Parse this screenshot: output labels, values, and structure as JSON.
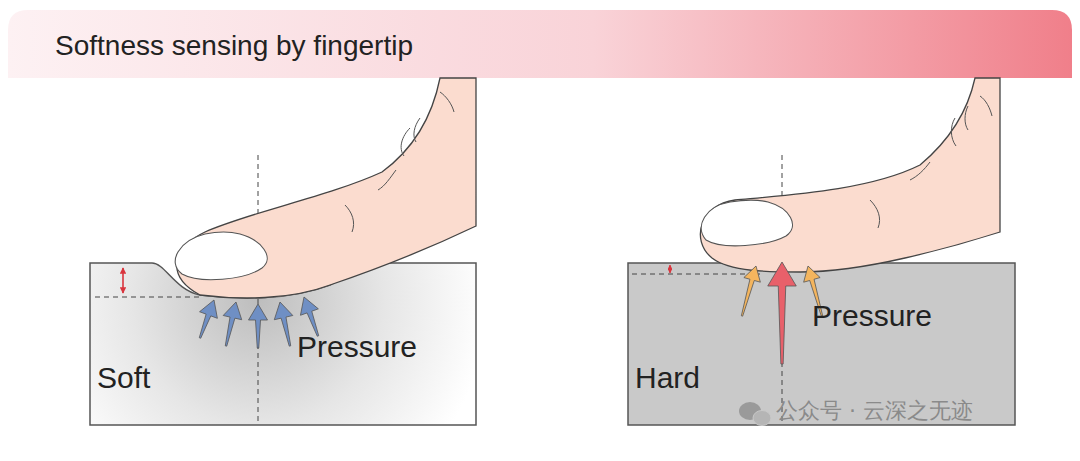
{
  "diagram": {
    "title": "Softness sensing by fingertip",
    "nodes": [
      {
        "text": [
          "Pressure",
          "Soft"
        ]
      },
      {
        "text": [
          "Pressure",
          "Hard"
        ]
      }
    ],
    "labels": [
      "公众号 · 云深之无迹"
    ]
  }
}
